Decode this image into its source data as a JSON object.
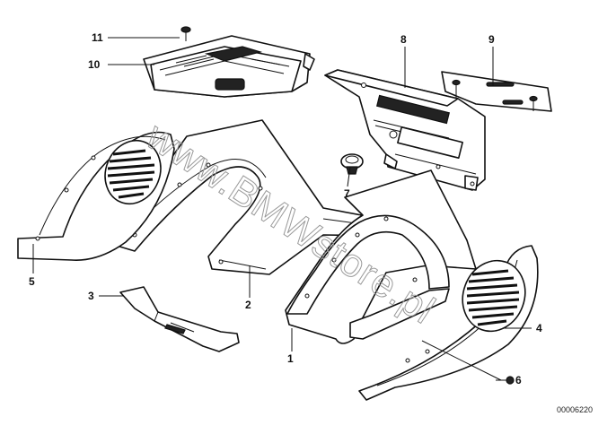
{
  "callouts": [
    {
      "id": "1",
      "label": "1"
    },
    {
      "id": "2",
      "label": "2"
    },
    {
      "id": "3",
      "label": "3"
    },
    {
      "id": "4",
      "label": "4"
    },
    {
      "id": "5",
      "label": "5"
    },
    {
      "id": "6",
      "label": "6"
    },
    {
      "id": "7",
      "label": "7"
    },
    {
      "id": "8",
      "label": "8"
    },
    {
      "id": "9",
      "label": "9"
    },
    {
      "id": "10",
      "label": "10"
    },
    {
      "id": "11",
      "label": "11"
    }
  ],
  "watermark": "www.BMWstore.pl",
  "reference_number": "00006220"
}
